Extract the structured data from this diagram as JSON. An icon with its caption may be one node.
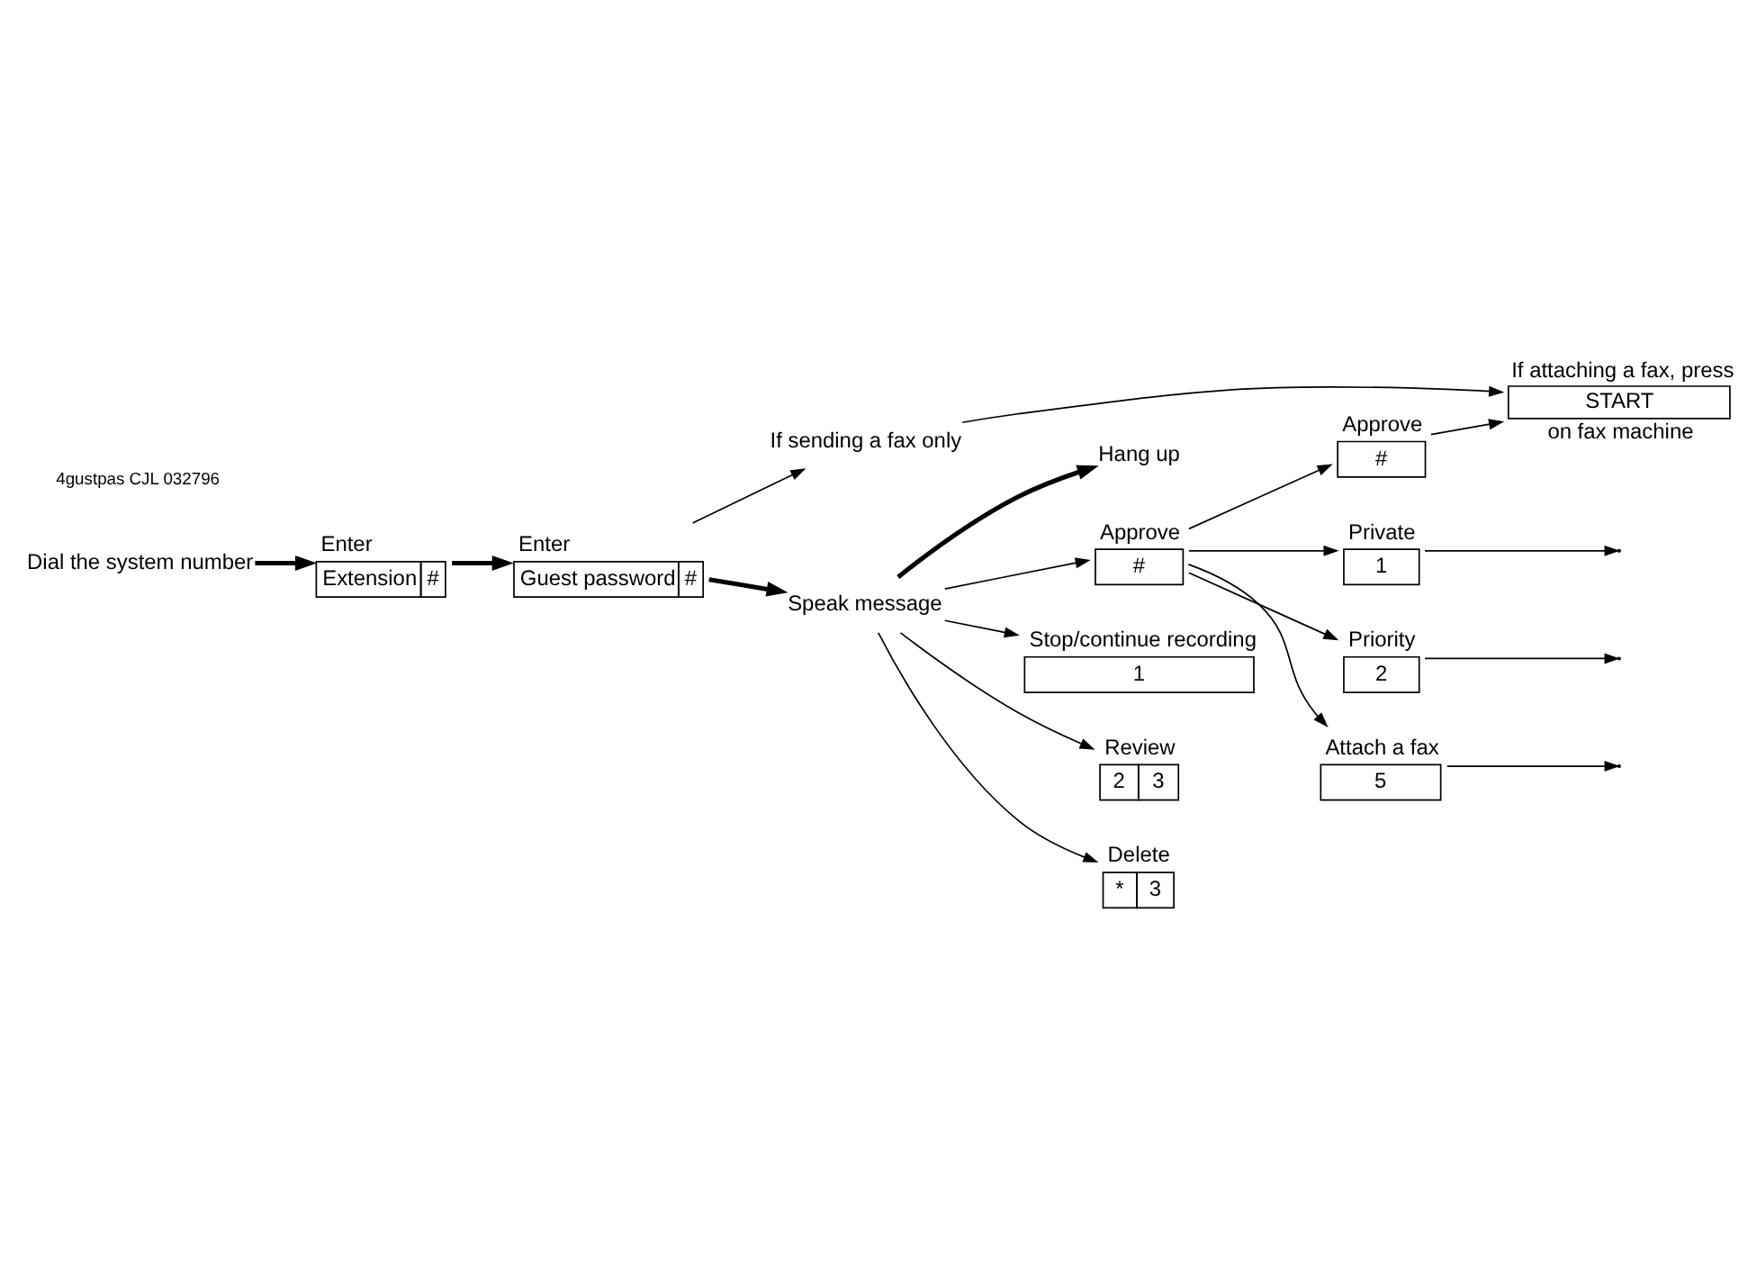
{
  "diagram": {
    "nodes": [
      {
        "text": [
          "Dial the system number"
        ]
      },
      {
        "text": [
          "Enter",
          "Extension",
          "#"
        ]
      },
      {
        "text": [
          "Enter",
          "Guest password",
          "#"
        ]
      },
      {
        "text": [
          "Speak message"
        ]
      },
      {
        "text": [
          "If sending a fax only"
        ]
      },
      {
        "text": [
          "If attaching a fax, press",
          "START",
          "on fax machine"
        ]
      },
      {
        "text": [
          "Hang up"
        ]
      },
      {
        "text": [
          "Approve",
          "#"
        ]
      },
      {
        "text": [
          "Stop/continue recording",
          "1"
        ]
      },
      {
        "text": [
          "Review",
          "2",
          "3"
        ]
      },
      {
        "text": [
          "Delete",
          "*",
          "3"
        ]
      },
      {
        "text": [
          "Approve",
          "#"
        ]
      },
      {
        "text": [
          "Private",
          "1"
        ]
      },
      {
        "text": [
          "Priority",
          "2"
        ]
      },
      {
        "text": [
          "Attach a fax",
          "5"
        ]
      }
    ],
    "edges": [
      {
        "from": 0,
        "to": 1,
        "arrow": "to",
        "style": "thick"
      },
      {
        "from": 1,
        "to": 2,
        "arrow": "to",
        "style": "thick"
      },
      {
        "from": 2,
        "to": 3,
        "arrow": "to",
        "style": "thick"
      },
      {
        "from": 2,
        "to": 4,
        "arrow": "to"
      },
      {
        "from": 4,
        "to": 5,
        "arrow": "to"
      },
      {
        "from": 3,
        "to": 6,
        "arrow": "to",
        "style": "thick"
      },
      {
        "from": 3,
        "to": 7,
        "arrow": "to"
      },
      {
        "from": 3,
        "to": 8,
        "arrow": "to"
      },
      {
        "from": 3,
        "to": 9,
        "arrow": "to"
      },
      {
        "from": 3,
        "to": 10,
        "arrow": "to"
      },
      {
        "from": 7,
        "to": 11,
        "arrow": "to"
      },
      {
        "from": 7,
        "to": 12,
        "arrow": "to"
      },
      {
        "from": 7,
        "to": 13,
        "arrow": "to"
      },
      {
        "from": 7,
        "to": 14,
        "arrow": "to"
      },
      {
        "from": 11,
        "to": 5,
        "arrow": "to"
      },
      {
        "from": 12,
        "to": null,
        "arrow": "to"
      },
      {
        "from": 13,
        "to": null,
        "arrow": "to"
      },
      {
        "from": 14,
        "to": null,
        "arrow": "to"
      }
    ],
    "labels": [
      "4gustpas CJL 032796"
    ]
  }
}
